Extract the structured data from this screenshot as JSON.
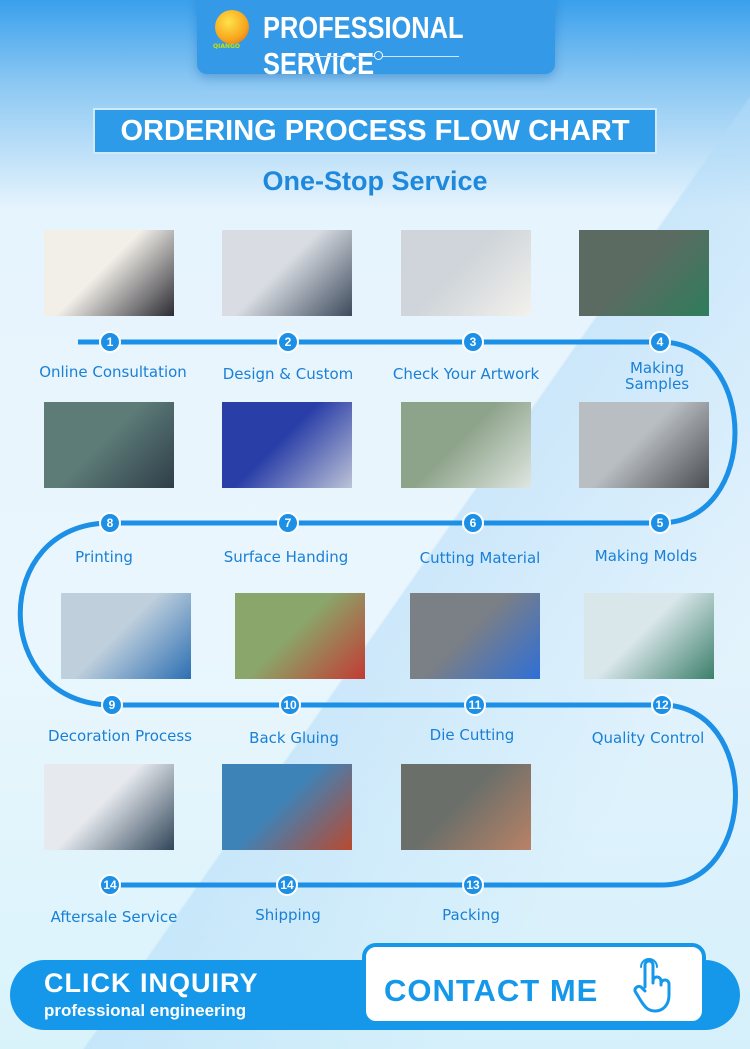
{
  "header": {
    "title": "PROFESSIONAL SERVICE",
    "logo_text": "QIANGO"
  },
  "banner": {
    "title": "ORDERING PROCESS FLOW CHART",
    "subtitle": "One-Stop Service"
  },
  "colors": {
    "primary": "#1c8fe6",
    "label": "#1a80d6",
    "background": "#eaf6fd"
  },
  "steps": [
    {
      "number": "1",
      "label": "Online Consultation",
      "photo": "operator-with-headset"
    },
    {
      "number": "2",
      "label": "Design & Custom",
      "photo": "logo-design-screens"
    },
    {
      "number": "3",
      "label": "Check Your Artwork",
      "photo": "reviewing-drawings"
    },
    {
      "number": "4",
      "label": "Making Samples",
      "photo": "sample-machine"
    },
    {
      "number": "5",
      "label": "Making Molds",
      "photo": "mold-plate"
    },
    {
      "number": "6",
      "label": "Cutting Material",
      "photo": "cutting-machine"
    },
    {
      "number": "7",
      "label": "Surface Handing",
      "photo": "blue-panels"
    },
    {
      "number": "8",
      "label": "Printing",
      "photo": "printing-press"
    },
    {
      "number": "9",
      "label": "Decoration Process",
      "photo": "decoration-machine"
    },
    {
      "number": "10",
      "label": "Back Gluing",
      "photo": "gluing-press"
    },
    {
      "number": "11",
      "label": "Die Cutting",
      "photo": "die-cut-plate"
    },
    {
      "number": "12",
      "label": "Quality Control",
      "photo": "qc-workers"
    },
    {
      "number": "13",
      "label": "Packing",
      "photo": "packed-boxes"
    },
    {
      "number": "14",
      "label": "Shipping",
      "photo": "cargo-ship-plane"
    },
    {
      "number": "14",
      "label": "Aftersale Service",
      "photo": "support-agent"
    }
  ],
  "cta": {
    "title": "CLICK INQUIRY",
    "subtitle": "professional engineering",
    "button": "CONTACT ME",
    "icon": "hand-pointer-icon"
  }
}
